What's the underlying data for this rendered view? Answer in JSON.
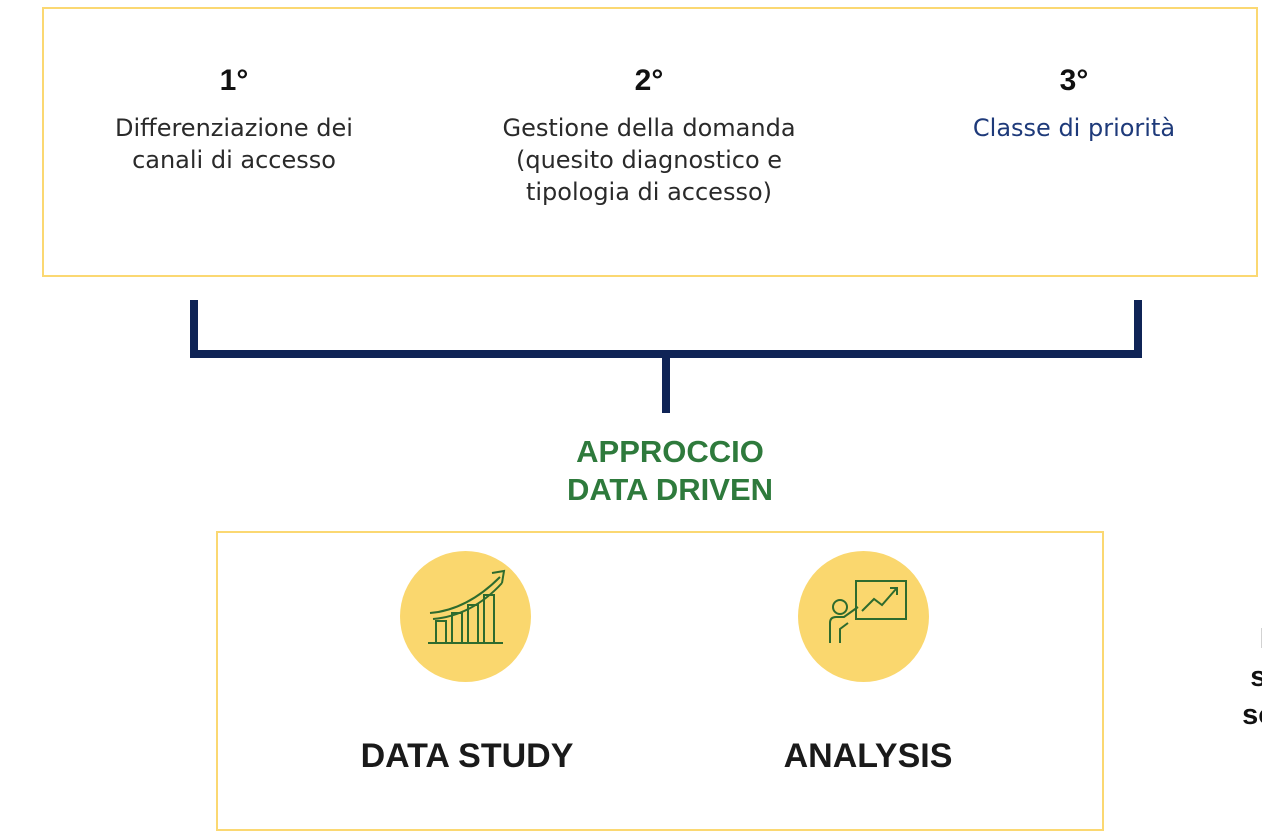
{
  "steps": [
    {
      "number": "1°",
      "text": "Differenziazione dei canali di accesso"
    },
    {
      "number": "2°",
      "text": "Gestione della domanda (quesito diagnostico e tipologia di accesso)"
    },
    {
      "number": "3°",
      "text": "Classe di priorità"
    }
  ],
  "heading": {
    "line1": "APPROCCIO",
    "line2": "DATA DRIVEN"
  },
  "cards": [
    {
      "label": "DATA STUDY",
      "icon": "growth-bar-chart-icon"
    },
    {
      "label": "ANALYSIS",
      "icon": "presenter-chart-icon"
    }
  ],
  "side_text": {
    "line1": "Ma",
    "line2": "solu",
    "line3": "softw"
  },
  "colors": {
    "box_border": "#fbd872",
    "bracket": "#0f2456",
    "heading": "#2e7a3c",
    "circle": "#fad76e",
    "icon_stroke": "#2e6b2e",
    "link_text": "#1e3a7a"
  }
}
